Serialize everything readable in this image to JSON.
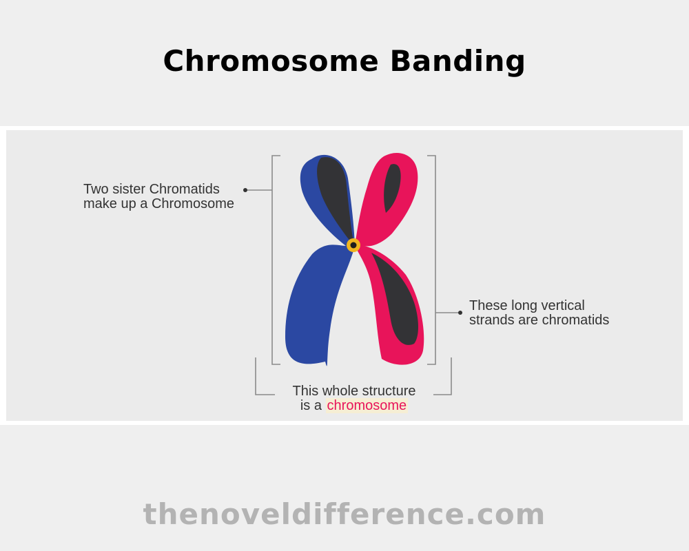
{
  "title": "Chromosome Banding",
  "labels": {
    "sister_line1": "Two sister Chromatids",
    "sister_line2": "make up a Chromosome",
    "strands_line1": "These long vertical",
    "strands_line2": "strands are chromatids",
    "structure_line1": "This whole structure",
    "structure_prefix": "is a ",
    "structure_highlight": "chromosome"
  },
  "footer": "thenoveldifference.com",
  "colors": {
    "left_chromatid": "#2b48a2",
    "right_chromatid": "#e8145a",
    "band": "#333336",
    "centromere": "#f0b520",
    "highlight_text": "#e8145a"
  }
}
